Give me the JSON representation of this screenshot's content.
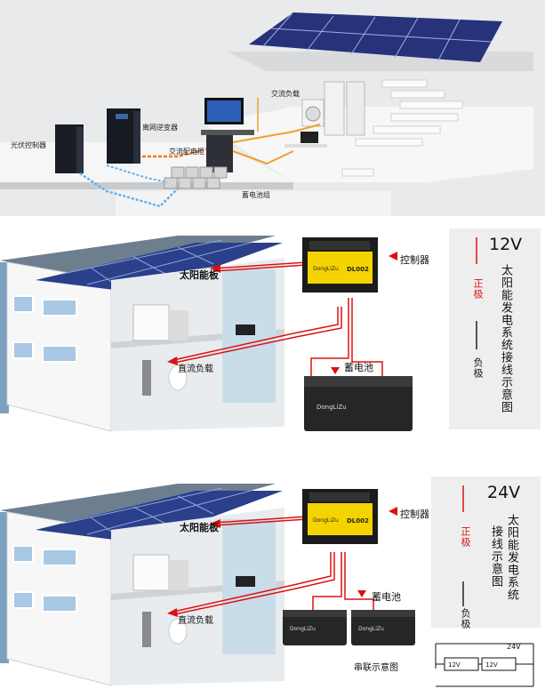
{
  "top": {
    "pv_controller": "光伏控制器",
    "off_grid_inverter": "离网逆变器",
    "ac_load": "交流负载",
    "ac_distribution": "交流配电柜",
    "battery_bank": "蓄电池组"
  },
  "sys12": {
    "voltage": "12V",
    "title": "太阳能发电系统接线示意图",
    "positive": "正极",
    "negative": "负极",
    "panel_label": "太阳能板",
    "controller_label": "控制器",
    "dc_load_label": "直流负载",
    "battery_label": "蓄电池",
    "controller_brand": "DongLiZu",
    "controller_model": "DL002",
    "battery_brand": "DongLiZu"
  },
  "sys24": {
    "voltage": "24V",
    "title_col1": "太阳能发电系统",
    "title_col2": "接线示意图",
    "positive": "正极",
    "negative": "负极",
    "panel_label": "太阳能板",
    "controller_label": "控制器",
    "dc_load_label": "直流负载",
    "battery_label": "蓄电池",
    "series_label": "串联示意图",
    "series_total": "24V",
    "cell_a": "12V",
    "cell_b": "12V",
    "controller_brand": "DongLiZu",
    "controller_model": "DL002",
    "battery_brand": "DongLiZu"
  }
}
